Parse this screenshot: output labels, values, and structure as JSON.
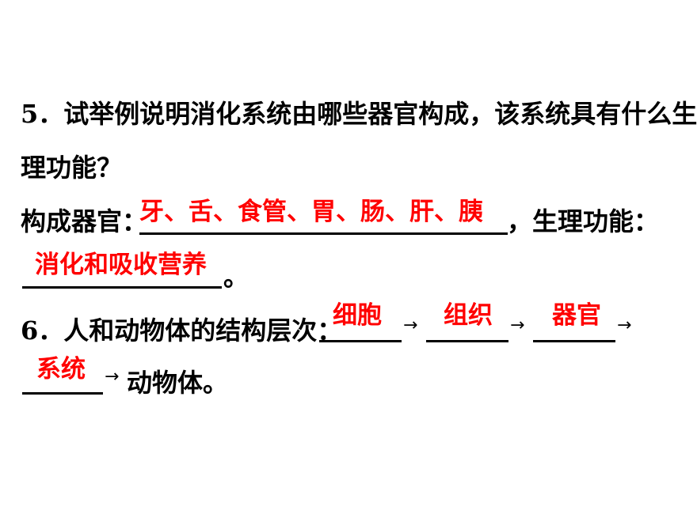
{
  "q5": {
    "line1": "5．试举例说明消化系统由哪些器官构成，该系统具有什么生",
    "line2": "理功能？",
    "organs_label": "构成器官：",
    "organs_answer": "牙、舌、食管、胃、肠、肝、胰",
    "comma": "，",
    "function_label": "生理功能：",
    "function_answer": "消化和吸收营养",
    "period": "。"
  },
  "q6": {
    "label": "6．人和动物体的结构层次：",
    "answers": [
      "细胞",
      "组织",
      "器官",
      "系统"
    ],
    "arrow": "→",
    "ending": "动物体。"
  },
  "colors": {
    "text": "#000000",
    "answer": "#ff0000"
  }
}
